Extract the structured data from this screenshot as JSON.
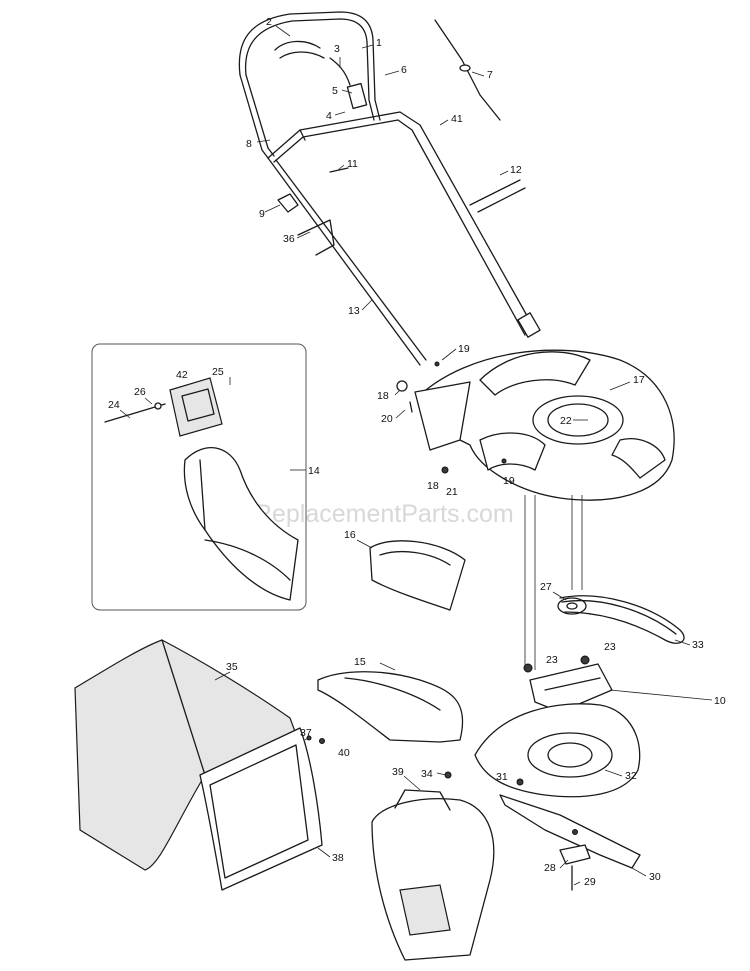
{
  "watermark": "eReplacementParts.com",
  "callouts": [
    "1",
    "2",
    "3",
    "5",
    "6",
    "4",
    "7",
    "41",
    "8",
    "11",
    "12",
    "9",
    "36",
    "13",
    "19",
    "17",
    "18",
    "20",
    "22",
    "18",
    "21",
    "19",
    "14",
    "42",
    "25",
    "26",
    "24",
    "16",
    "27",
    "23",
    "23",
    "33",
    "35",
    "15",
    "10",
    "37",
    "40",
    "34",
    "31",
    "32",
    "39",
    "28",
    "29",
    "30",
    "38"
  ]
}
